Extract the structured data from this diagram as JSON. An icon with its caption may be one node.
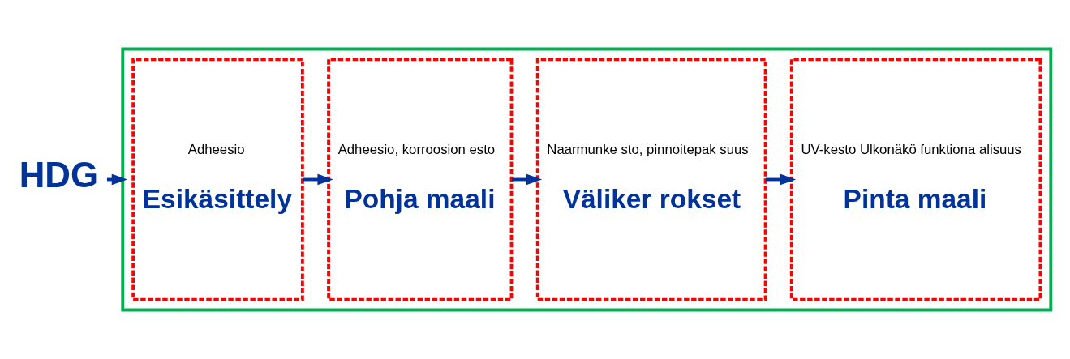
{
  "diagram": {
    "nodes": [
      {
        "text": [
          "HDG"
        ]
      },
      {
        "text": [],
        "shape": "box"
      },
      {
        "text": [
          "Adheesio",
          "Esikäsittely"
        ],
        "in": 1
      },
      {
        "text": [
          "Adheesio, korroosion esto",
          "Pohja maali"
        ],
        "in": 1
      },
      {
        "text": [
          "Naarmunke sto, pinnoitepak suus",
          "Väliker rokset"
        ],
        "in": 1
      },
      {
        "text": [
          "UV-kesto Ulkonäkö funktiona alisuus",
          "Pinta maali"
        ],
        "in": 1
      }
    ],
    "edges": [
      {
        "from": 0,
        "to": 1,
        "arrow": "to"
      },
      {
        "from": 2,
        "to": 3,
        "arrow": "to"
      },
      {
        "from": 3,
        "to": 4,
        "arrow": "to"
      },
      {
        "from": 4,
        "to": 5,
        "arrow": "to"
      }
    ]
  }
}
